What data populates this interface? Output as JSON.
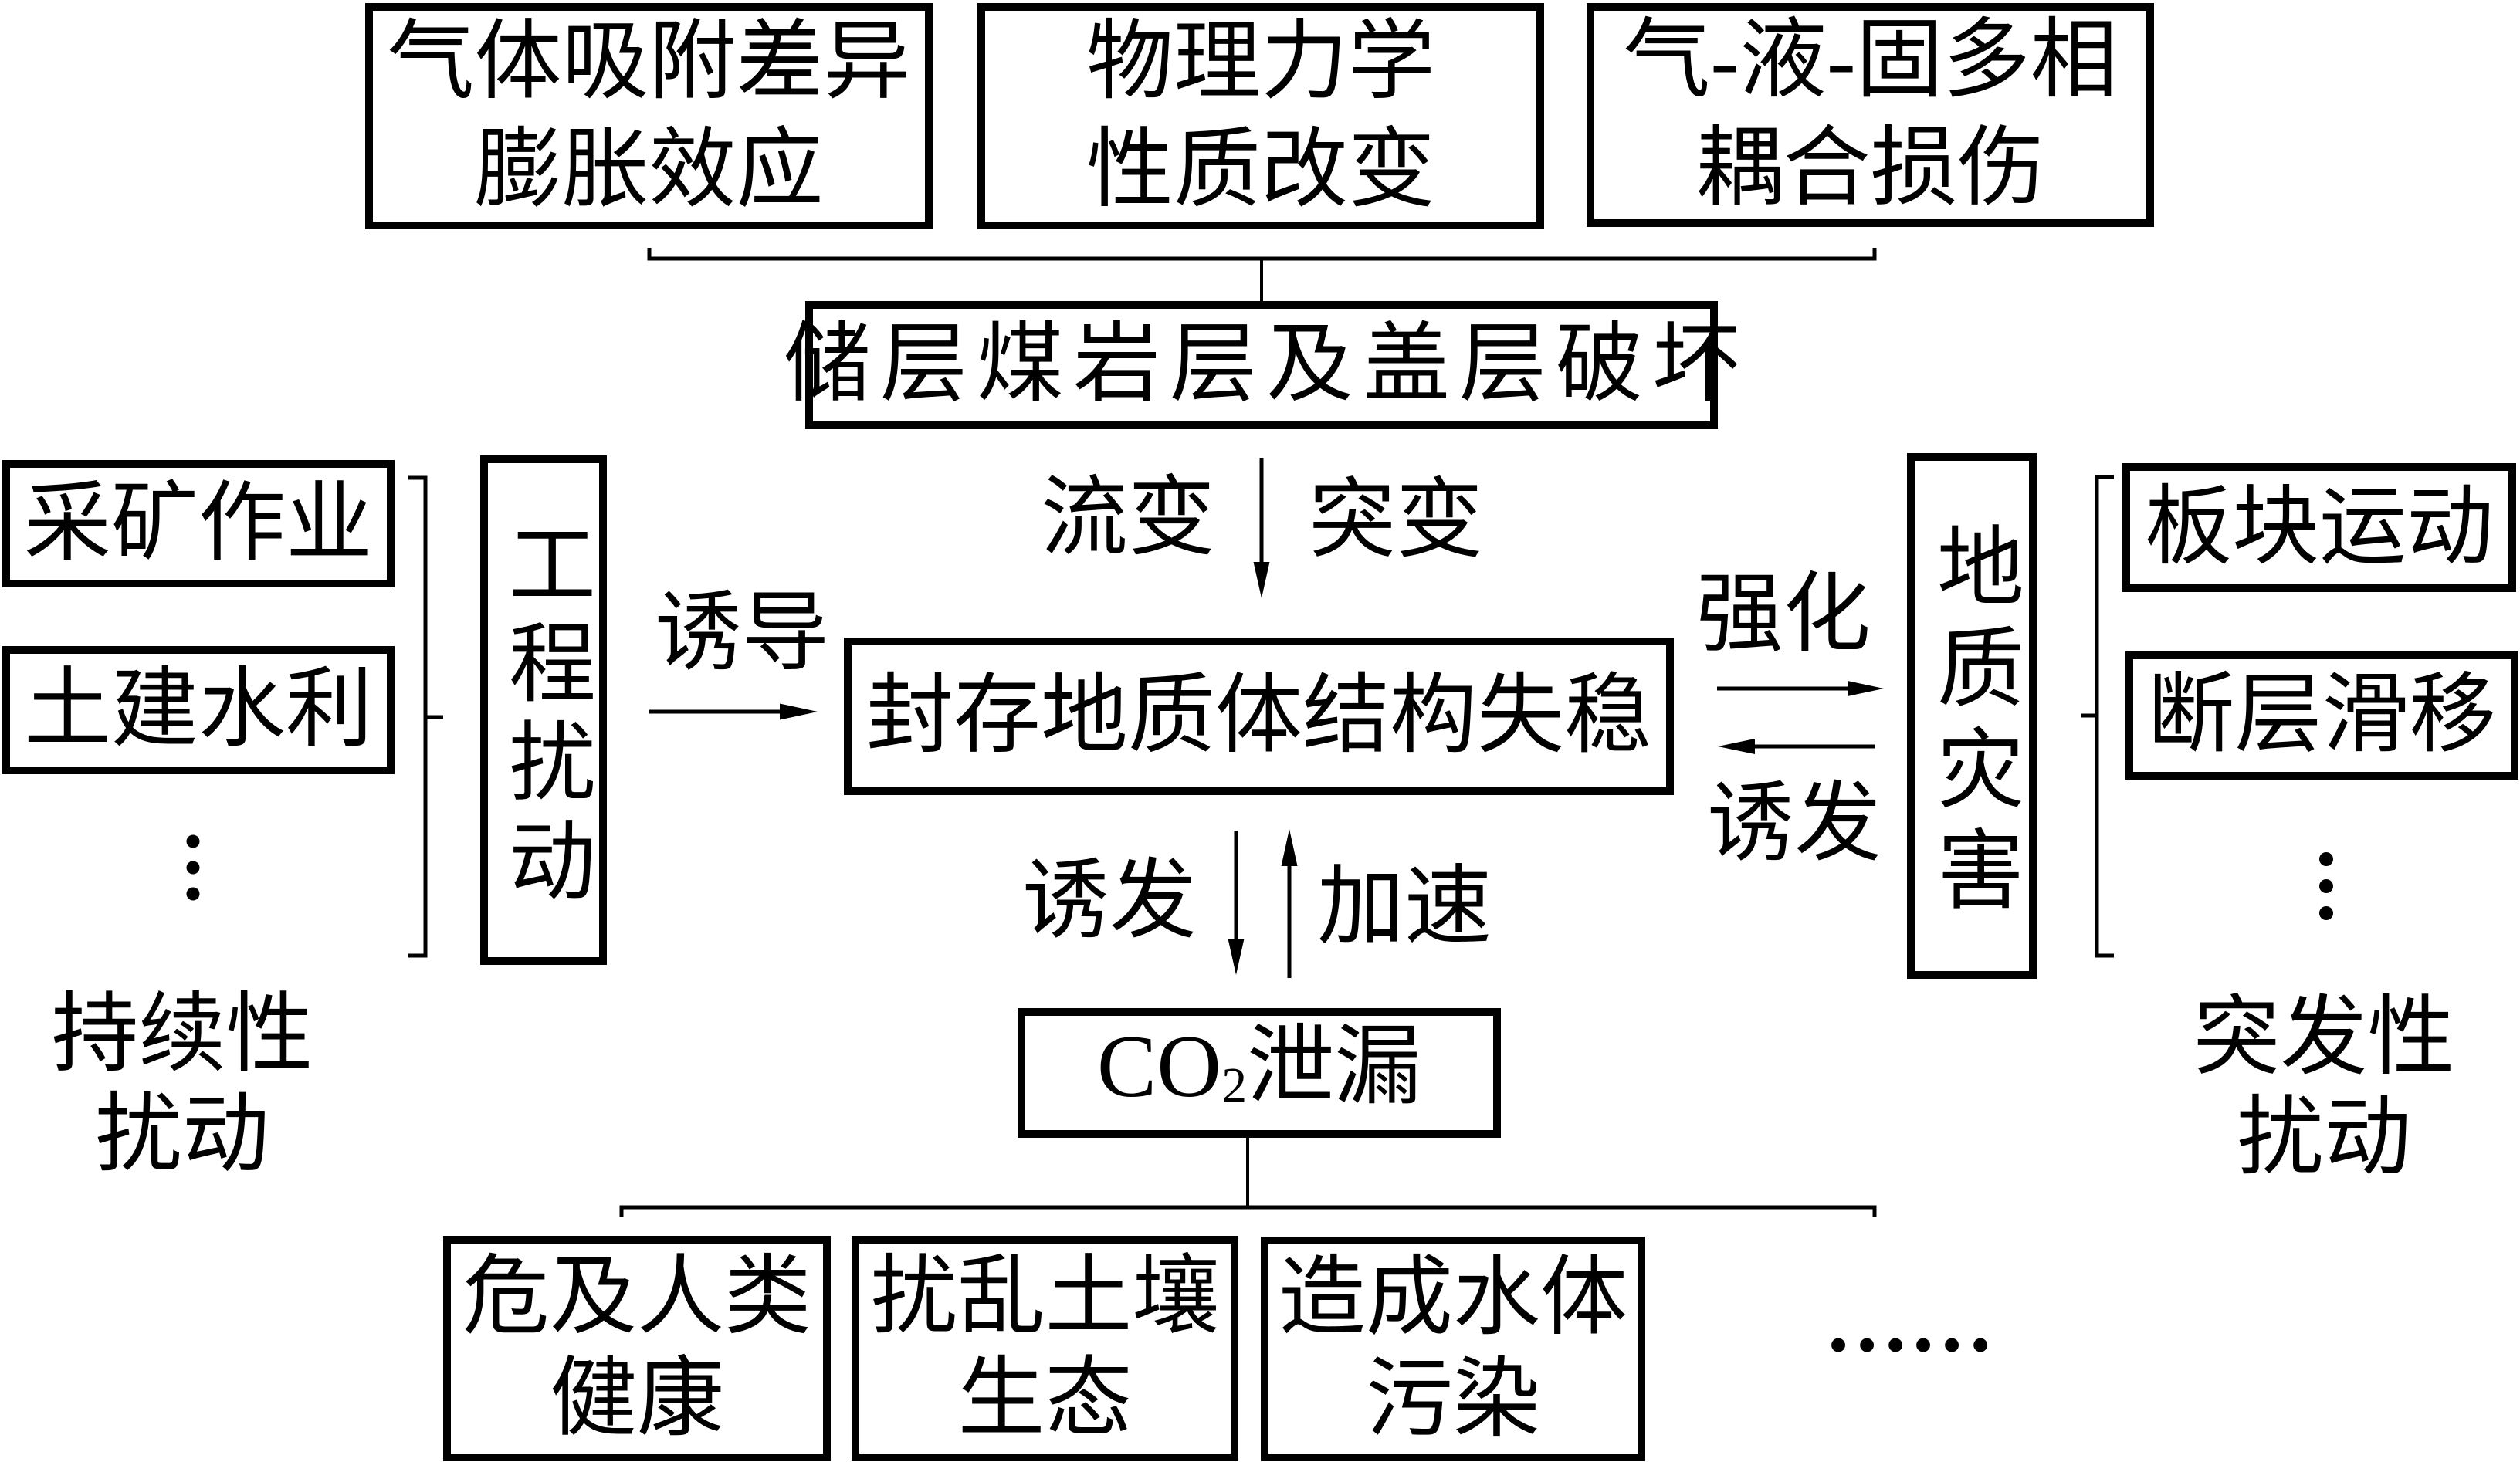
{
  "canvas": {
    "background": "#ffffff",
    "ink": "#000000"
  },
  "top_causes": [
    {
      "lines": [
        "气体吸附差异",
        "膨胀效应"
      ]
    },
    {
      "lines": [
        "物理力学",
        "性质改变"
      ]
    },
    {
      "lines": [
        "气-液-固多相",
        "耦合损伤"
      ]
    }
  ],
  "reservoir_failure": {
    "label": "储层煤岩层及盖层破坏"
  },
  "transition_labels": {
    "left": "流变",
    "right": "突变"
  },
  "core": {
    "label": "封存地质体结构失稳"
  },
  "engineering_disturbance": {
    "items": [
      "采矿作业",
      "土建水利"
    ],
    "more_icon": "vertical-ellipsis-icon",
    "group_label": "工程扰动",
    "category_lines": [
      "持续性",
      "扰动"
    ],
    "arrow_label": "诱导"
  },
  "geological_hazard": {
    "items": [
      "板块运动",
      "断层滑移"
    ],
    "more_icon": "vertical-ellipsis-icon",
    "group_label": "地质灾害",
    "category_lines": [
      "突发性",
      "扰动"
    ],
    "arrow_to_hazard_label": "强化",
    "arrow_from_hazard_label": "诱发"
  },
  "leakage": {
    "label_prefix": "CO",
    "label_subscript": "2",
    "label_suffix": "泄漏",
    "down_arrow_label": "诱发",
    "up_arrow_label": "加速"
  },
  "consequences": {
    "items": [
      {
        "lines": [
          "危及人类",
          "健康"
        ]
      },
      {
        "lines": [
          "扰乱土壤",
          "生态"
        ]
      },
      {
        "lines": [
          "造成水体",
          "污染"
        ]
      }
    ],
    "more_label": "……"
  },
  "icons": {
    "arrow_down": "arrow-down-icon",
    "arrow_up": "arrow-up-icon",
    "arrow_right": "arrow-right-icon",
    "arrow_left": "arrow-left-icon"
  }
}
